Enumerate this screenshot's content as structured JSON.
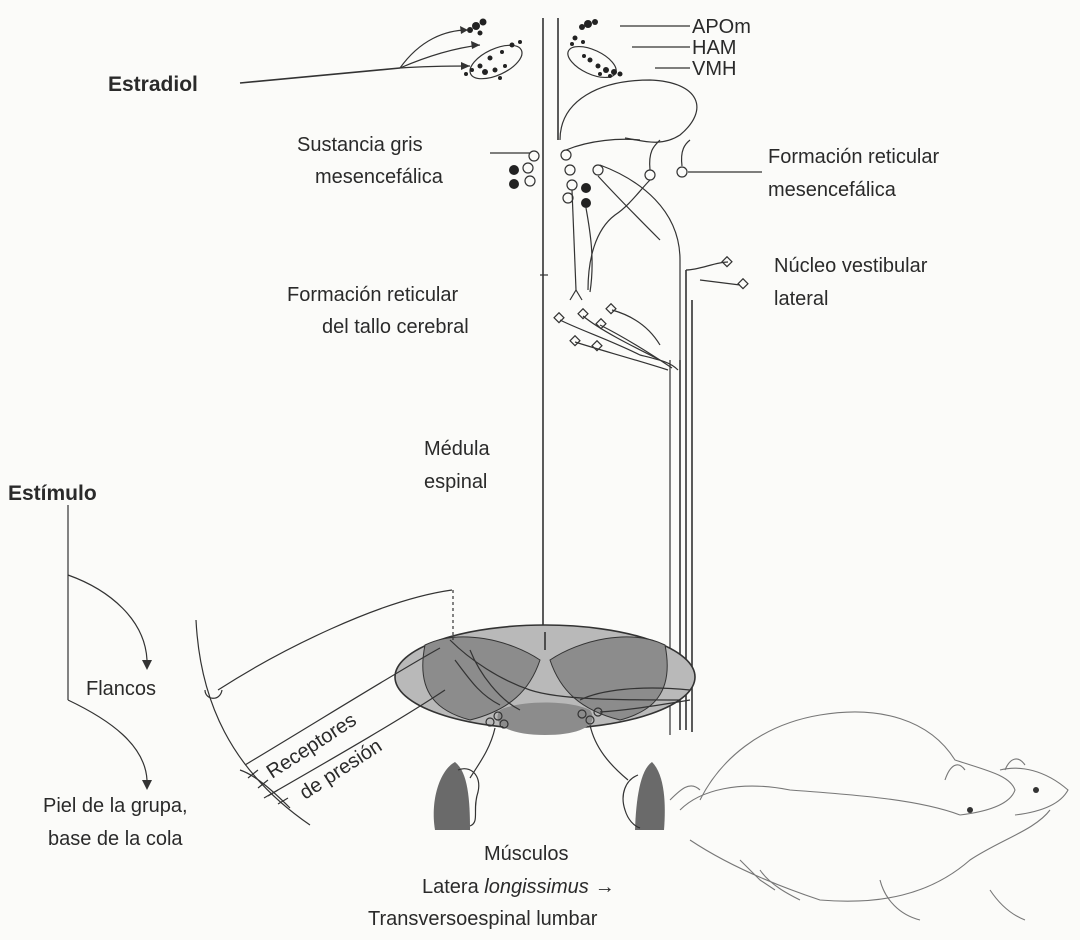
{
  "labels": {
    "estradiol": "Estradiol",
    "apom": "APOm",
    "ham": "HAM",
    "vmh": "VMH",
    "sustancia_1": "Sustancia gris",
    "sustancia_2": "mesencefálica",
    "form_mes_1": "Formación reticular",
    "form_mes_2": "mesencefálica",
    "nucleo_1": "Núcleo vestibular",
    "nucleo_2": "lateral",
    "form_tallo_1": "Formación reticular",
    "form_tallo_2": "del tallo cerebral",
    "medula_1": "Médula",
    "medula_2": "espinal",
    "estimulo": "Estímulo",
    "flancos": "Flancos",
    "piel_1": "Piel de la grupa,",
    "piel_2": "base de la cola",
    "receptores_1": "Receptores",
    "receptores_2": "de presión",
    "musculos": "Músculos",
    "latera_prefix": "Latera ",
    "latera_italic": "longissimus",
    "arrow": "→",
    "transverso": "Transversoespinal lumbar"
  },
  "colors": {
    "ink": "#2a2a2a",
    "gray_matter": "#8c8c8c",
    "cord": "#b9b9b9",
    "muscle": "#6a6a6a"
  }
}
